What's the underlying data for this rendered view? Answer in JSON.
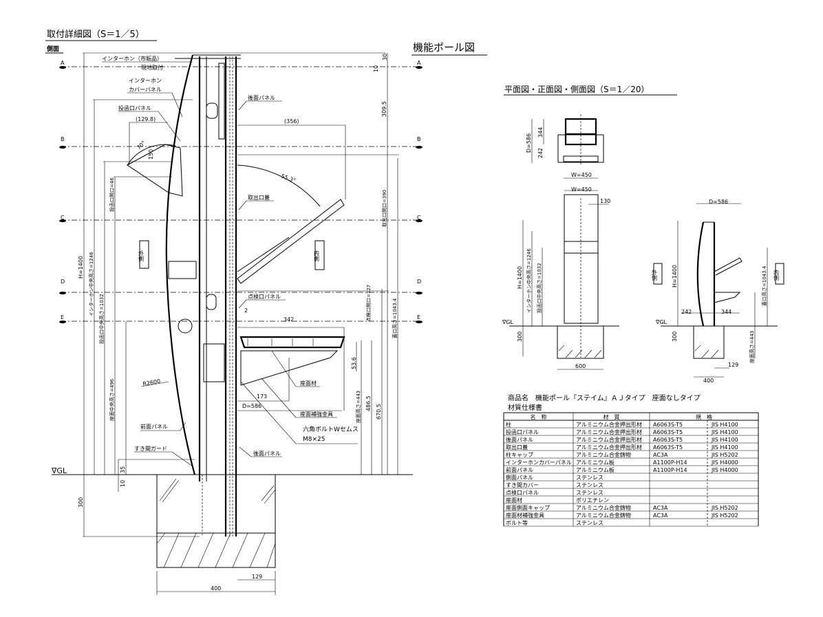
{
  "detail": {
    "title": "取付詳細図（S＝1／5）",
    "subtitle": "側面",
    "sections": [
      "A",
      "B",
      "C",
      "D",
      "E"
    ],
    "gl": "∇GL",
    "labels": {
      "intercom1": "インターホン（市販品）",
      "intercom2": "現地取付",
      "cover1": "インターホン",
      "cover2": "カバーパネル",
      "slot_panel": "投函口パネル",
      "back_panel": "後面パネル",
      "outlet_lid": "取出口蓋",
      "outside": "外側",
      "inside": "内側",
      "inspection_panel": "点検口パネル",
      "seat": "座面材",
      "seat_bracket": "座面補強金具",
      "bolt1": "六角ボルトWセムス",
      "bolt2": "M8×25",
      "back_panel2": "後面パネル",
      "front_panel": "前面パネル",
      "gap_guard": "すき間ガード",
      "radius": "R2600"
    },
    "dims": {
      "d129_8": "(129.8)",
      "a70": "70°",
      "d150": "150",
      "d356": "(356)",
      "a55": "55.3°",
      "d2": "2",
      "d342": "342",
      "d53_6": "53.6",
      "d173": "173",
      "d586": "D=586",
      "d35": "35",
      "d10": "10",
      "d300": "300",
      "d129": "129",
      "d400": "400",
      "d30": "30",
      "d10top": "10",
      "d309_5": "309.5",
      "h1400": "H=1400",
      "h1246": "インターホン中央高さ=1246",
      "h1032": "投函口中央高さ=1032",
      "open46": "投函口開口=46",
      "h496": "座面中央高さ=496",
      "open390": "取出口開口=390",
      "open127": "点検口開口=127",
      "h1043": "蓋口高さ=1043.4",
      "h670": "670.5",
      "h486": "486.5",
      "h443": "座面高さ=443"
    }
  },
  "overview": {
    "title": "機能ポール図",
    "views_title": "平面図・正面図・側面図（S＝1／20）",
    "dims": {
      "d586": "D=586",
      "d344": "344",
      "d242": "242",
      "w450": "W=450",
      "w450b": "W=450",
      "d130": "130",
      "h1400": "H=1400",
      "h1246": "インターホン中央高さ=1246",
      "h1032": "投函口中央高さ=1032",
      "gl": "∇GL",
      "d300": "300",
      "d600": "600",
      "sd586": "D=586",
      "outside": "外側",
      "inside": "内側",
      "sh1400": "H=1400",
      "sh1043": "蓋口高さ=1043.4",
      "s242": "242",
      "s344": "344",
      "sgl": "∇GL",
      "s300": "300",
      "s443": "座面高さ=443",
      "s129": "129",
      "s400": "400"
    }
  },
  "spec": {
    "product": "商品名　機能ポール『ステイム』ＡＪタイプ　座面なしタイプ",
    "title": "材質仕様書",
    "headers": [
      "名　称",
      "材　質",
      "規　格"
    ],
    "rows": [
      [
        "柱",
        "アルミニウム合金押出形材",
        "A6063S-T5",
        "JIS H4100"
      ],
      [
        "投函口パネル",
        "アルミニウム合金押出形材",
        "A6063S-T5",
        "JIS H4100"
      ],
      [
        "後面パネル",
        "アルミニウム合金押出形材",
        "A6063S-T5",
        "JIS H4100"
      ],
      [
        "取出口蓋",
        "アルミニウム合金押出形材",
        "A6063S-T5",
        "JIS H4100"
      ],
      [
        "柱キャップ",
        "アルミニウム合金鋳物",
        "AC3A",
        "JIS H5202"
      ],
      [
        "インターホンカバーパネル",
        "アルミニウム板",
        "A1100P-H14",
        "JIS H4000"
      ],
      [
        "前面パネル",
        "アルミニウム板",
        "A1100P-H14",
        "JIS H4000"
      ],
      [
        "側面パネル",
        "ステンレス",
        "",
        ""
      ],
      [
        "すき間カバー",
        "ステンレス",
        "",
        ""
      ],
      [
        "点検口パネル",
        "ステンレス",
        "",
        ""
      ],
      [
        "座面材",
        "ポリエチレン",
        "",
        ""
      ],
      [
        "座面側面キャップ",
        "アルミニウム合金鋳物",
        "AC3A",
        "JIS H5202"
      ],
      [
        "座面材補強金具",
        "アルミニウム合金鋳物",
        "AC3A",
        "JIS H5202"
      ],
      [
        "ボルト等",
        "ステンレス",
        "",
        ""
      ]
    ]
  }
}
